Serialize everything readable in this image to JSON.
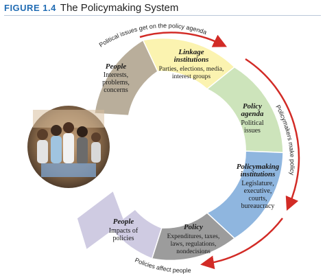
{
  "figure": {
    "number": "FIGURE 1.4",
    "title": "The Policymaking System"
  },
  "segments": {
    "people_top": {
      "title": "People",
      "body": [
        "Interests,",
        "problems,",
        "concerns"
      ]
    },
    "linkage": {
      "title": [
        "Linkage",
        "institutions"
      ],
      "body": [
        "Parties, elections, media,",
        "interest groups"
      ]
    },
    "agenda": {
      "title": [
        "Policy",
        "agenda"
      ],
      "body": [
        "Political",
        "issues"
      ]
    },
    "institutions": {
      "title": [
        "Policymaking",
        "institutions"
      ],
      "body": [
        "Legislature,",
        "executive,",
        "courts,",
        "bureaucracy"
      ]
    },
    "policy": {
      "title": "Policy",
      "body": [
        "Expenditures, taxes,",
        "laws, regulations,",
        "nondecisions"
      ]
    },
    "people_bottom": {
      "title": "People",
      "body": [
        "Impacts of",
        "policies"
      ]
    }
  },
  "arc_labels": {
    "top": "Political issues get on the policy agenda",
    "right": "Policymakers make policy",
    "bottom": "Policies affect people"
  },
  "colors": {
    "people_top": "#b9ae9b",
    "linkage": "#fbf3b0",
    "agenda": "#cde4bb",
    "institutions": "#8fb6df",
    "policy": "#9c9c9c",
    "people_bottom": "#cfcbe2",
    "red_arrow": "#d22b26"
  }
}
